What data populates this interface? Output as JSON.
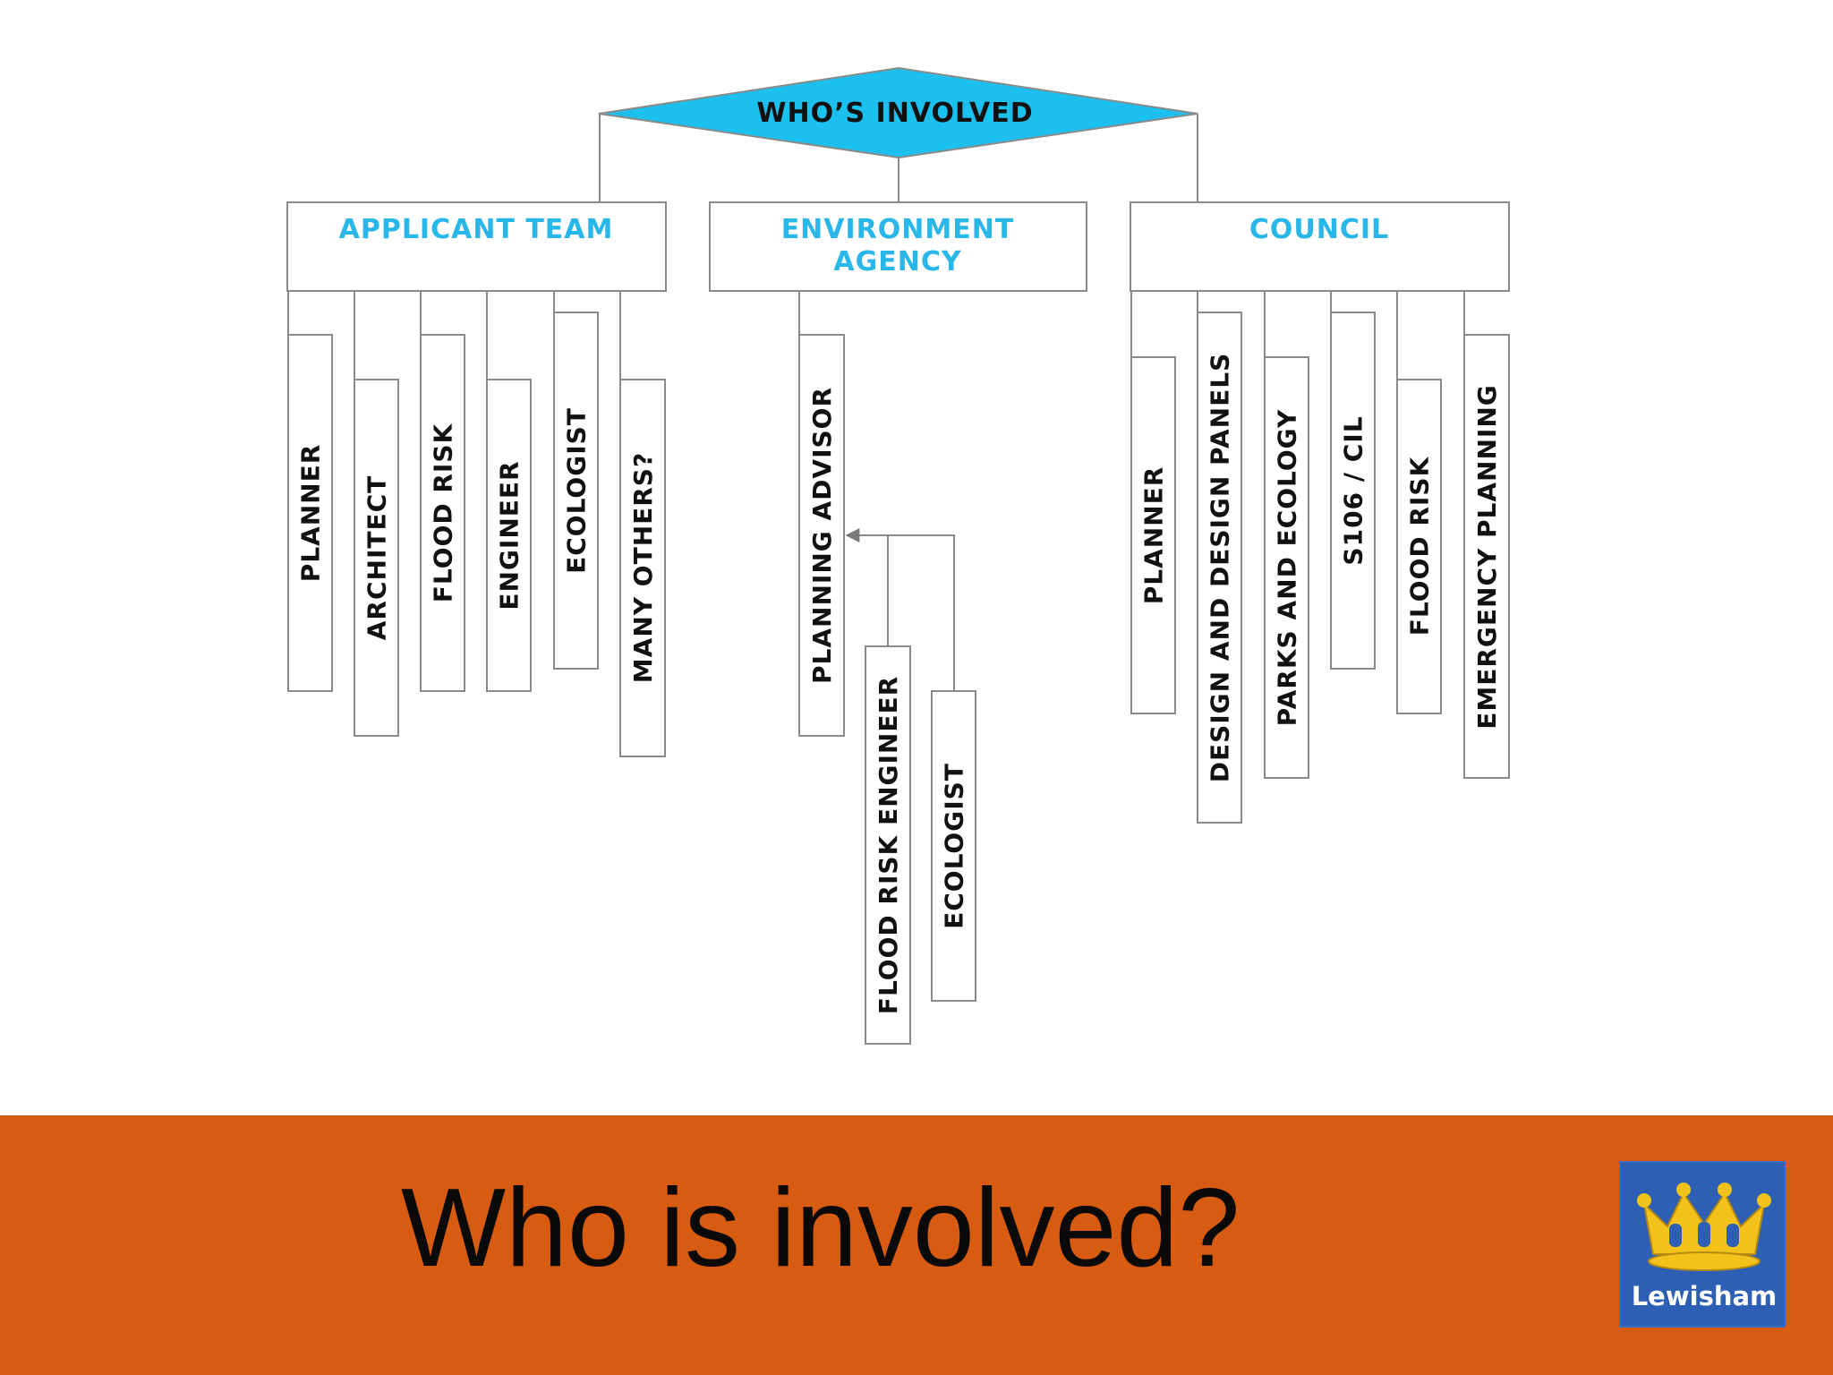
{
  "diagram": {
    "root": "WHO’S INVOLVED",
    "colors": {
      "root_fill": "#1cc0ee",
      "category_text": "#29b6e8",
      "line": "#8a8a8a"
    },
    "groups": [
      {
        "id": "applicant-team",
        "lines": [
          "APPLICANT TEAM"
        ],
        "members": [
          "PLANNER",
          "ARCHITECT",
          "FLOOD RISK",
          "ENGINEER",
          "ECOLOGIST",
          "MANY OTHERS?"
        ]
      },
      {
        "id": "environment-agency",
        "lines": [
          "ENVIRONMENT",
          "AGENCY"
        ],
        "members": [
          "PLANNING ADVISOR"
        ],
        "feeders": [
          "FLOOD RISK ENGINEER",
          "ECOLOGIST"
        ]
      },
      {
        "id": "council",
        "lines": [
          "COUNCIL"
        ],
        "members": [
          "PLANNER",
          "DESIGN AND DESIGN PANELS",
          "PARKS AND ECOLOGY",
          "S106 / CIL",
          "FLOOD RISK",
          "EMERGENCY PLANNING"
        ]
      }
    ]
  },
  "footer": {
    "title": "Who is involved?",
    "background": "#d75b10"
  },
  "logo": {
    "text": "Lewisham",
    "icon": "crown-icon",
    "background": "#2d5fb4",
    "crown_color": "#f2c21a"
  }
}
